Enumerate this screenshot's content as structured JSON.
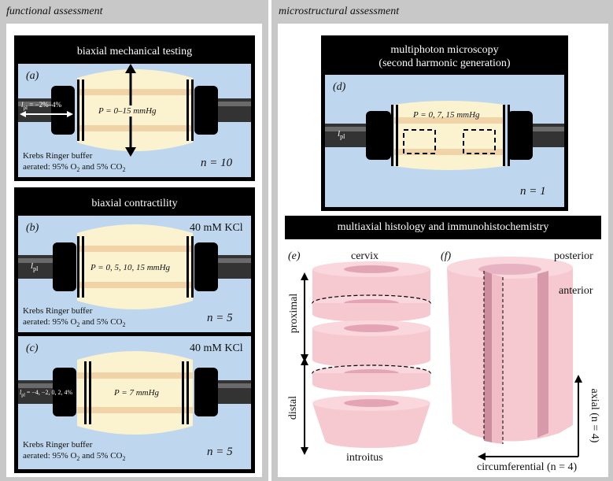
{
  "sections": {
    "functional": "functional assessment",
    "microstructural": "microstructural assessment"
  },
  "panel_a": {
    "header": "biaxial mechanical testing",
    "label": "(a)",
    "pressure": "P = 0–15 mmHg",
    "lpl": "l",
    "lpl_sub": "pl",
    "lpl_range": " = −2%–4%",
    "buffer_line1": "Krebs Ringer buffer",
    "buffer_line2_pre": "aerated: 95% O",
    "buffer_line2_mid": " and 5% CO",
    "sub2": "2",
    "n": "n = 10"
  },
  "panel_b": {
    "header": "biaxial contractility",
    "label": "(b)",
    "kcl": "40 mM KCl",
    "pressure": "P = 0, 5, 10, 15 mmHg",
    "lpl": "l",
    "lpl_sub": "pl",
    "buffer_line1": "Krebs Ringer buffer",
    "buffer_line2_pre": "aerated: 95% O",
    "buffer_line2_mid": " and 5% CO",
    "sub2": "2",
    "n": "n = 5"
  },
  "panel_c": {
    "label": "(c)",
    "kcl": "40 mM KCl",
    "pressure": "P = 7 mmHg",
    "lpl": "l",
    "lpl_sub": "pl",
    "lpl_values": " = −4, −2, 0, 2, 4%",
    "buffer_line1": "Krebs Ringer buffer",
    "buffer_line2_pre": "aerated: 95% O",
    "buffer_line2_mid": " and 5% CO",
    "sub2": "2",
    "n": "n = 5"
  },
  "panel_d": {
    "header_line1": "multiphoton microscopy",
    "header_line2": "(second harmonic generation)",
    "label": "(d)",
    "pressure": "P = 0, 7, 15 mmHg",
    "lpl": "l",
    "lpl_sub": "pl",
    "n": "n = 1"
  },
  "histology": {
    "header": "multiaxial histology and immunohistochemistry",
    "label_e": "(e)",
    "label_f": "(f)",
    "cervix": "cervix",
    "introitus": "introitus",
    "proximal": "proximal",
    "distal": "distal",
    "posterior": "posterior",
    "anterior": "anterior",
    "axial": "axial (n = 4)",
    "circumferential": "circumferential (n = 4)"
  },
  "colors": {
    "panel_bg": "#c8c8c8",
    "buffer_blue": "#bfd7ee",
    "vessel_cream": "#fbf3d0",
    "vessel_band": "#f0d4a8",
    "tissue_pink": "#f6c9d0",
    "tissue_dark": "#e3a5b3",
    "tissue_inner": "#e7b2c1"
  }
}
